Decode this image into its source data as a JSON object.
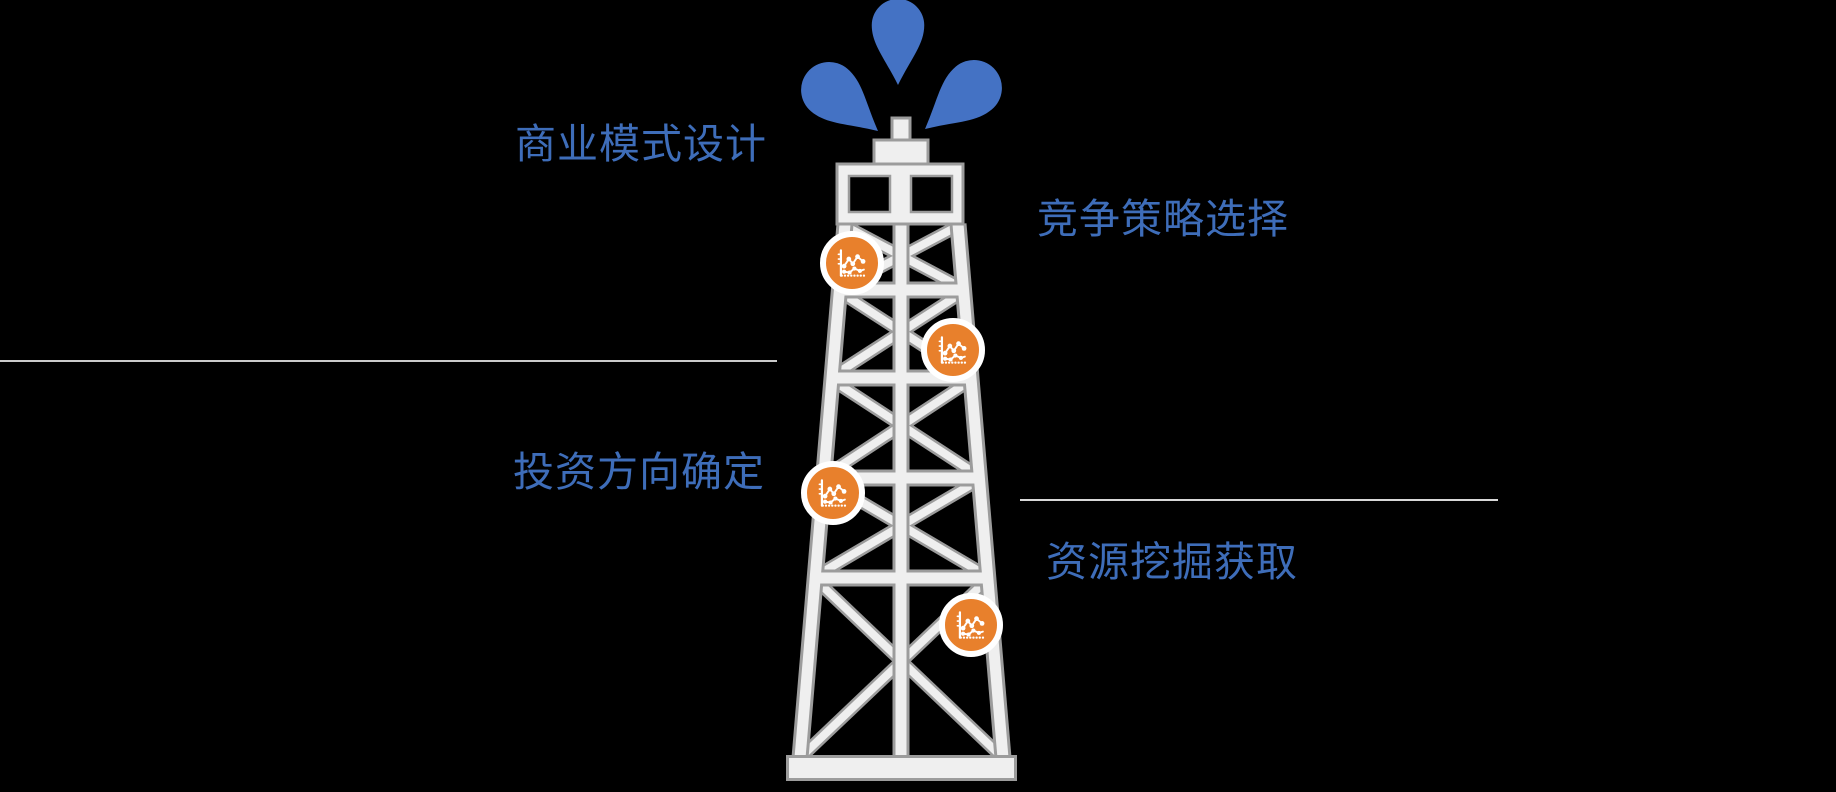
{
  "colors": {
    "background": "#000000",
    "label_blue": "#3E6DB9",
    "droplet_blue": "#4472C4",
    "badge_orange": "#E8802C",
    "badge_ring_white": "#FFFFFF",
    "tower_fill": "#EFEFEF",
    "tower_outline": "#9C9C9C",
    "divider_gray": "#CBCBCB"
  },
  "diagram": {
    "type": "oil-derrick-annotated-diagram",
    "center_graphic": "oil drilling derrick with blue oil splash at top",
    "labels": [
      {
        "id": "business-model-design",
        "text": "商业模式设计",
        "position": "top-left"
      },
      {
        "id": "competition-strategy-choice",
        "text": "竞争策略选择",
        "position": "top-right"
      },
      {
        "id": "investment-direction",
        "text": "投资方向确定",
        "position": "middle-left"
      },
      {
        "id": "resource-mining-acquisition",
        "text": "资源挖掘获取",
        "position": "bottom-right"
      }
    ],
    "badges": [
      {
        "icon": "line-chart-icon",
        "style": "orange-circle-white-ring",
        "position": "upper-left-of-tower"
      },
      {
        "icon": "line-chart-icon",
        "style": "orange-circle-white-ring",
        "position": "upper-right-of-tower"
      },
      {
        "icon": "line-chart-icon",
        "style": "orange-circle-white-ring",
        "position": "middle-left-of-tower"
      },
      {
        "icon": "line-chart-icon",
        "style": "orange-circle-white-ring",
        "position": "lower-right-of-tower"
      }
    ],
    "dividers": [
      {
        "side": "left",
        "note": "horizontal rule under top-left label"
      },
      {
        "side": "right",
        "note": "horizontal rule above bottom-right label"
      }
    ]
  }
}
